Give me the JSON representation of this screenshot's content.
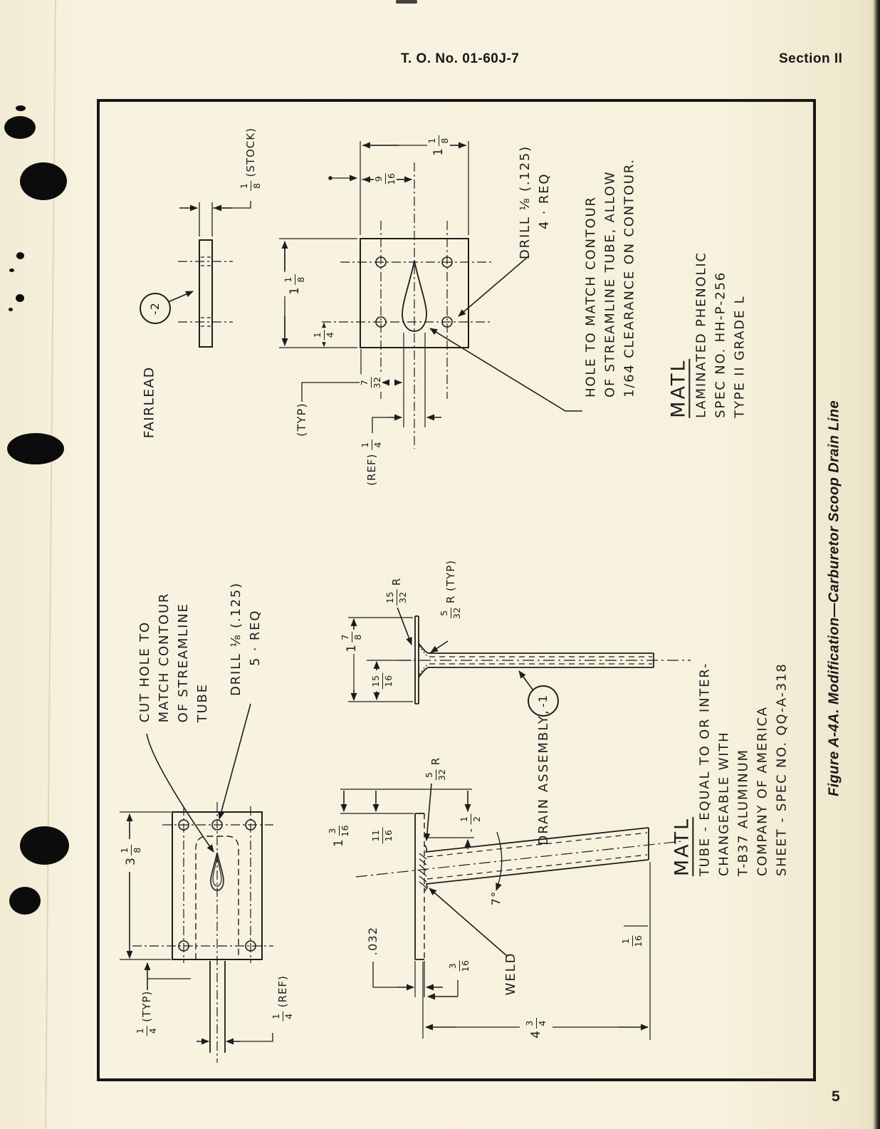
{
  "header": {
    "doc_number": "T. O. No. 01-60J-7",
    "section": "Section II"
  },
  "footer": {
    "page_number": "5"
  },
  "figure": {
    "caption": "Figure A-4A.  Modification—Carburetor Scoop Drain Line"
  },
  "colors": {
    "paper": "#f7f2de",
    "ink": "#1d1d1d"
  },
  "labels": {
    "fairlead": "FAIRLEAD",
    "typ": "(TYP)",
    "weld": "WELD",
    "drain_assembly": "DRAIN ASSEMBLY,",
    "detail_2": "-2",
    "detail_1": "-1",
    "angle_7": "7°",
    "thickness_032": ".032"
  },
  "notes": {
    "drill_4": {
      "lines": [
        "DRILL ⅛ (.125)",
        "4 · REQ"
      ]
    },
    "drill_5": {
      "lines": [
        "DRILL ⅛ (.125)",
        "5 · REQ"
      ]
    },
    "hole_match": {
      "lines": [
        "HOLE TO MATCH CONTOUR",
        "OF STREAMLINE TUBE, ALLOW",
        "1/64 CLEARANCE ON CONTOUR."
      ]
    },
    "cut_hole": {
      "lines": [
        "CUT HOLE TO",
        "MATCH CONTOUR",
        "OF STREAMLINE",
        "TUBE"
      ]
    },
    "matl_phenolic": {
      "title": "MATL",
      "lines": [
        "LAMINATED PHENOLIC",
        "SPEC NO.  HH-P-256",
        "TYPE II GRADE L"
      ]
    },
    "matl_tube": {
      "title": "MATL",
      "lines": [
        "TUBE -  EQUAL TO OR INTER-",
        "CHANGEABLE WITH",
        "T-B37 ALUMINUM",
        "COMPANY OF AMERICA",
        "SHEET -   SPEC NO.  QQ-A-318"
      ]
    }
  },
  "dims": {
    "stock": {
      "n": "1",
      "d": "8",
      "s": "(STOCK)"
    },
    "width_1_18": {
      "w": "1",
      "n": "1",
      "d": "8"
    },
    "d9_16": {
      "n": "9",
      "d": "16"
    },
    "height_1_18": {
      "w": "1",
      "n": "1",
      "d": "8"
    },
    "d1_4": {
      "n": "1",
      "d": "4"
    },
    "d7_32": {
      "n": "7",
      "d": "32"
    },
    "ref_1_4": {
      "p": "(REF)",
      "n": "1",
      "d": "4"
    },
    "d3_18": {
      "w": "3",
      "n": "1",
      "d": "8"
    },
    "d1_4_typ": {
      "n": "1",
      "d": "4",
      "s": "(TYP)"
    },
    "d1_4_ref": {
      "n": "1",
      "d": "4",
      "s": "(REF)"
    },
    "r15_32": {
      "n": "15",
      "d": "32",
      "s": "R"
    },
    "r5_32_typ": {
      "n": "5",
      "d": "32",
      "s": "R (TYP)"
    },
    "d1_78": {
      "w": "1",
      "n": "7",
      "d": "8"
    },
    "d15_16": {
      "n": "15",
      "d": "16"
    },
    "r5_32": {
      "n": "5",
      "d": "32",
      "s": "R"
    },
    "d1_316": {
      "w": "1",
      "n": "3",
      "d": "16"
    },
    "d11_16": {
      "n": "11",
      "d": "16"
    },
    "d1_2": {
      "p": "-",
      "n": "1",
      "d": "2"
    },
    "d3_16": {
      "n": "3",
      "d": "16"
    },
    "d1_16": {
      "n": "1",
      "d": "16"
    },
    "d4_34": {
      "w": "4",
      "n": "3",
      "d": "4"
    }
  }
}
